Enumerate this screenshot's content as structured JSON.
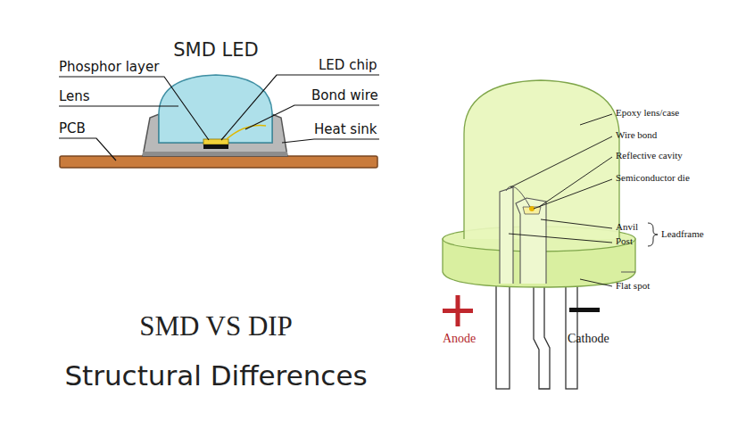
{
  "diagram": {
    "title": "SMD VS DIP",
    "caption": "Structural Differences",
    "labels": [
      "SMD LED",
      "Phosphor layer",
      "Lens",
      "PCB",
      "LED chip",
      "Bond wire",
      "Heat sink",
      "Epoxy lens/case",
      "Wire bond",
      "Reflective cavity",
      "Semiconductor die",
      "Anvil",
      "Post",
      "Leadframe",
      "Flat spot",
      "Anode",
      "Cathode"
    ]
  }
}
